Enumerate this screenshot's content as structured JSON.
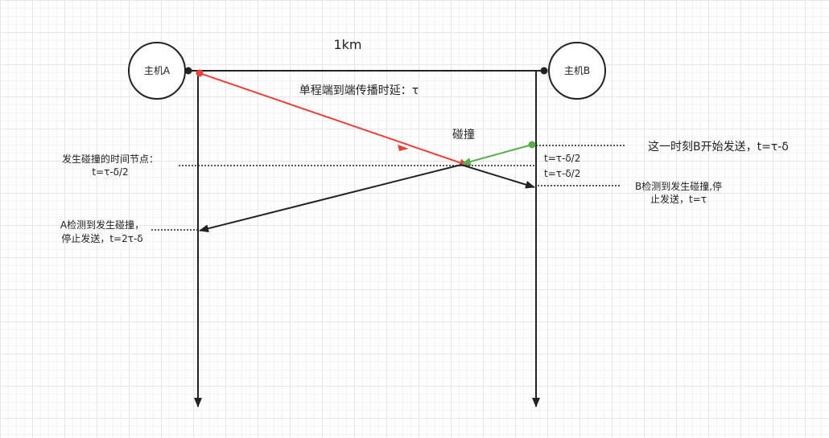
{
  "hosts": {
    "a": "主机A",
    "b": "主机B"
  },
  "distance": "1km",
  "propagation_label": "单程端到端传播时延：τ",
  "collision_label": "碰撞",
  "b_start_label": "这一时刻B开始发送，t=τ-δ",
  "collision_time_label_line1": "发生碰撞的时间节点：",
  "collision_time_label_line2": "t=τ-δ/2",
  "b_time_1": "t=τ-δ/2",
  "b_time_2": "t=τ-δ/2",
  "b_detect_line1": "B检测到发生碰撞,停",
  "b_detect_line2": "止发送，t=τ",
  "a_detect_line1": "A检测到发生碰撞，",
  "a_detect_line2": "停止发送，t=2τ-δ",
  "colors": {
    "signal_a": "#e8413a",
    "signal_b": "#5aad4c",
    "line": "#222222"
  }
}
